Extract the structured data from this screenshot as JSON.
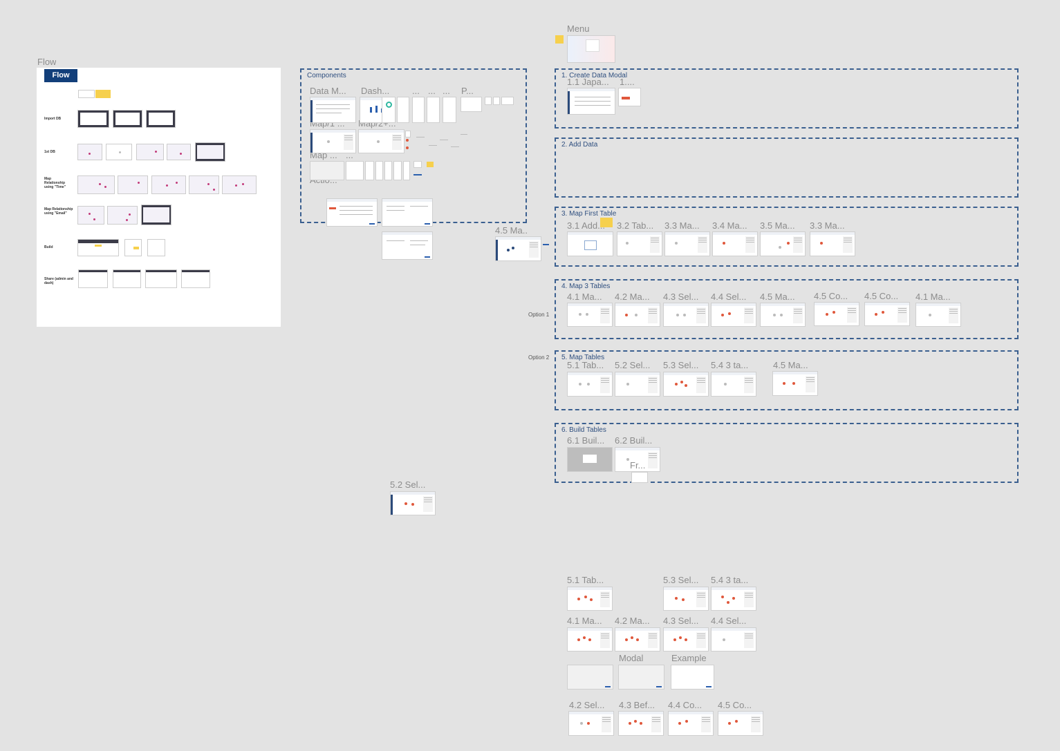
{
  "board": {
    "title": "Flow",
    "badge": "Flow",
    "rows": [
      {
        "label": "Import DB"
      },
      {
        "label": "1st DB"
      },
      {
        "label": "Map Relationship using \"Time\""
      },
      {
        "label": "Map Relationship using \"Email\""
      },
      {
        "label": "Build"
      },
      {
        "label": "Share (admin and dash)"
      }
    ]
  },
  "menu": {
    "label": "Menu"
  },
  "components": {
    "title": "Components",
    "frames": [
      "Data M...",
      "Dash...",
      "...",
      "...",
      "...",
      "P...",
      "Map/1 ...",
      "Map/2+...",
      "Map ...",
      "...",
      "Actio..."
    ]
  },
  "floating": {
    "frame_a": "4.5 Ma...",
    "frame_b": "5.2 Sel..."
  },
  "sections": [
    {
      "title": "1. Create Data Modal",
      "frames": [
        "1.1 Japa...",
        "1...."
      ]
    },
    {
      "title": "2. Add Data",
      "frames": []
    },
    {
      "title": "3. Map First Table",
      "frames": [
        "3.1 Add...",
        "3.2 Tab...",
        "3.3 Ma...",
        "3.4 Ma...",
        "3.5 Ma...",
        "3.3 Ma..."
      ]
    },
    {
      "title": "4. Map 3 Tables",
      "frames": [
        "4.1 Ma...",
        "4.2 Ma...",
        "4.3 Sel...",
        "4.4 Sel...",
        "4.5 Ma...",
        "4.5 Co...",
        "4.5 Co...",
        "4.1 Ma..."
      ]
    },
    {
      "title": "5. Map Tables",
      "frames": [
        "5.1 Tab...",
        "5.2 Sel...",
        "5.3 Sel...",
        "5.4 3 ta...",
        "4.5 Ma..."
      ]
    },
    {
      "title": "6. Build Tables",
      "frames": [
        "6.1 Buil...",
        "6.2 Buil...",
        "Fr..."
      ]
    }
  ],
  "options": {
    "option1": "Option 1",
    "option2": "Option 2"
  },
  "loose": {
    "row1": [
      "5.1 Tab...",
      "5.3 Sel...",
      "5.4 3 ta..."
    ],
    "row2": [
      "4.1 Ma...",
      "4.2 Ma...",
      "4.3 Sel...",
      "4.4 Sel..."
    ],
    "row3": [
      "Modal",
      "Example"
    ],
    "row4": [
      "4.2 Sel...",
      "4.3 Bef...",
      "4.4 Co...",
      "4.5 Co..."
    ]
  },
  "colors": {
    "canvas": "#e3e3e3",
    "section_border": "#3a5f8f",
    "accent_blue": "#123f7a",
    "sticky": "#f6d04d",
    "dot": "#e0583c"
  }
}
